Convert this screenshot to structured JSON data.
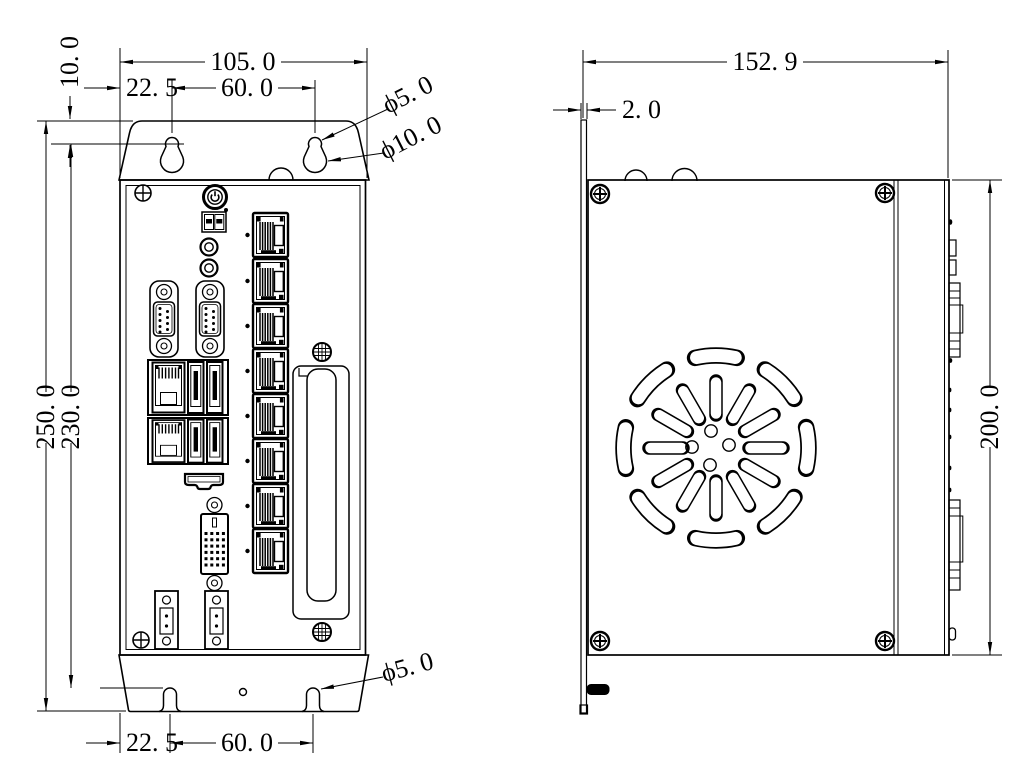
{
  "colors": {
    "line": "#000000",
    "background": "#ffffff"
  },
  "front_view": {
    "dims": {
      "overall_width": "105. 0",
      "top_hole_offset": "22. 5",
      "top_hole_spacing": "60. 0",
      "top_edge_to_holes": "10. 0",
      "overall_height": "250. 0",
      "mount_span": "230. 0",
      "keyhole_small": "ϕ5. 0",
      "keyhole_large": "ϕ10. 0",
      "bottom_slot_dia": "ϕ5. 0",
      "bottom_hole_offset": "22. 5",
      "bottom_hole_spacing": "60. 0"
    }
  },
  "side_view": {
    "dims": {
      "overall_depth": "152. 9",
      "flange_thickness": "2. 0",
      "body_height": "200. 0"
    }
  }
}
